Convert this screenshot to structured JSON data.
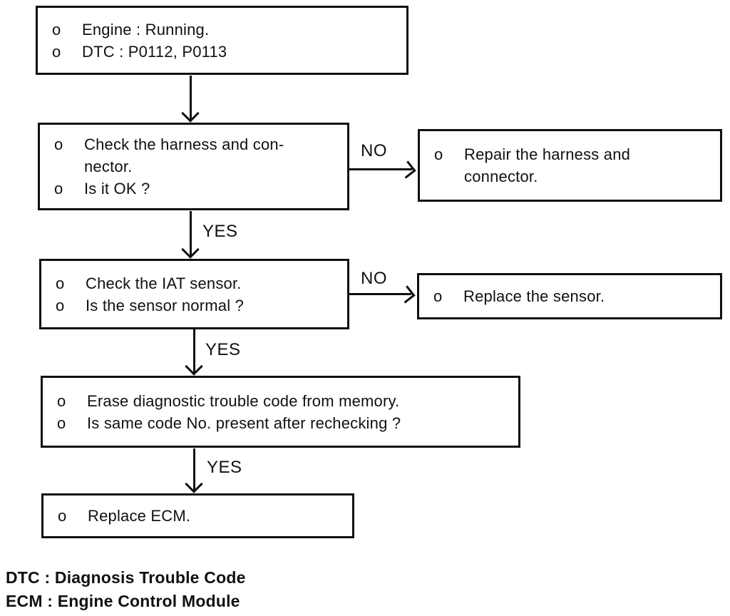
{
  "page": {
    "background": "#ffffff",
    "ink": "#111111",
    "type": "diagnostic-flowchart"
  },
  "labels": {
    "bullet": "o",
    "yes": "YES",
    "no": "NO"
  },
  "boxes": {
    "start": {
      "items": [
        "Engine : Running.",
        "DTC : P0112, P0113"
      ]
    },
    "check_harness": {
      "items": [
        "Check the harness and con-\nnector.",
        "Is it OK ?"
      ]
    },
    "repair_harness": {
      "items": [
        "Repair the harness and\nconnector."
      ]
    },
    "check_iat": {
      "items": [
        "Check the IAT sensor.",
        "Is the sensor normal ?"
      ]
    },
    "replace_sensor": {
      "items": [
        "Replace the sensor."
      ]
    },
    "erase_dtc": {
      "items": [
        "Erase diagnostic trouble code from memory.",
        "Is same code No. present after rechecking ?"
      ]
    },
    "replace_ecm": {
      "items": [
        "Replace ECM."
      ]
    }
  },
  "legend": {
    "line1": "DTC : Diagnosis Trouble Code",
    "line2": "ECM : Engine Control Module"
  }
}
